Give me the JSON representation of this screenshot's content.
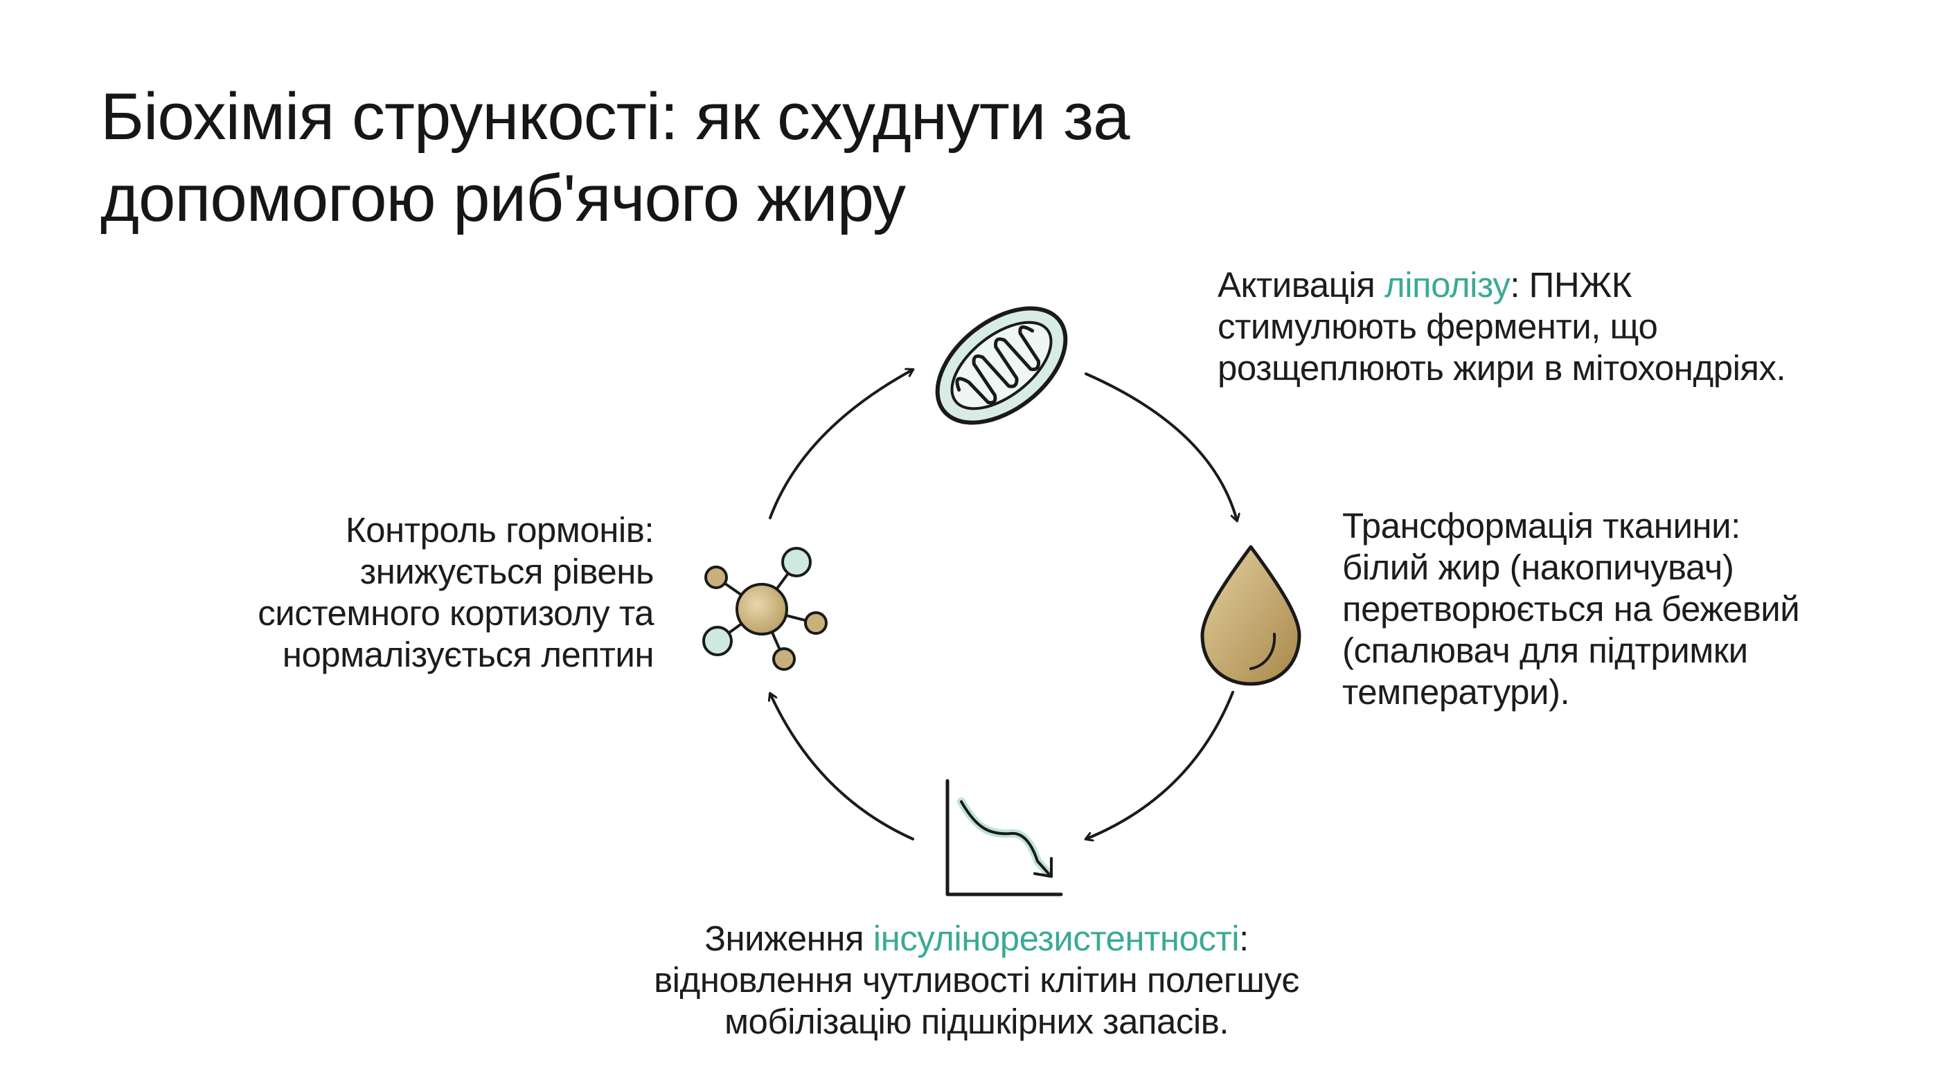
{
  "title": {
    "line1": "Біохімія стрункості: як схуднути за",
    "line2": "допомогою риб'ячого жиру"
  },
  "cycle": {
    "top": {
      "icon": "mitochondrion-icon",
      "pre": "Активація ",
      "accent": "ліполізу",
      "post1": ": ПНЖК",
      "line2": "стимулюють ферменти, що",
      "line3": "розщеплюють жири в мітохондріях."
    },
    "right": {
      "icon": "fat-droplet-icon",
      "line1": "Трансформація тканини:",
      "line2": "білий жир (накопичувач)",
      "line3": "перетворюється на бежевий",
      "line4": "(спалювач для підтримки",
      "line5": "температури)."
    },
    "bottom": {
      "icon": "declining-chart-icon",
      "pre": "Зниження ",
      "accent": "інсулінорезистентності",
      "post1": ":",
      "line2": "відновлення чутливості клітин полегшує",
      "line3": "мобілізацію підшкірних запасів."
    },
    "left": {
      "icon": "hormone-molecule-icon",
      "line1": "Контроль гормонів:",
      "line2": "знижується рівень",
      "line3": "системного кортизолу та",
      "line4": "нормалізується лептин"
    }
  },
  "colors": {
    "accent": "#3aaa95",
    "mint_fill": "#d8ece6",
    "gold_fill": "#c9b07a",
    "stroke": "#1a1a1a"
  }
}
